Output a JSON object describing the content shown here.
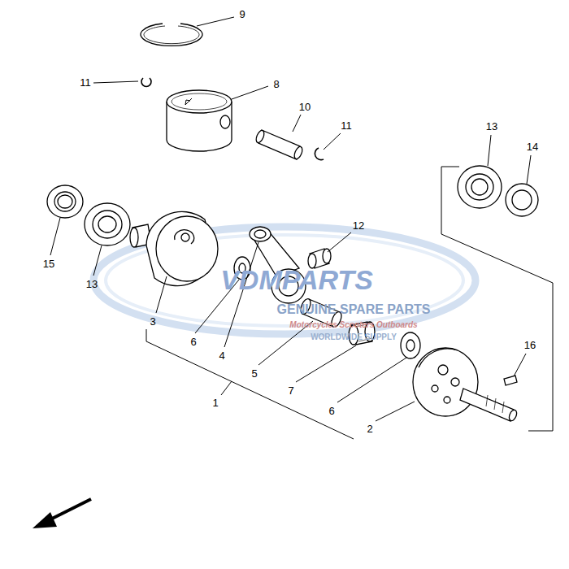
{
  "diagram": {
    "labels": [
      "9",
      "11",
      "8",
      "10",
      "11",
      "13",
      "14",
      "12",
      "15",
      "13",
      "3",
      "6",
      "4",
      "5",
      "1",
      "7",
      "6",
      "16",
      "2",
      "VDMPARTS",
      "GENUINE SPARE PARTS",
      "Motorcycles Scooters Outboards",
      "WORLDWIDE SUPPLY"
    ]
  }
}
